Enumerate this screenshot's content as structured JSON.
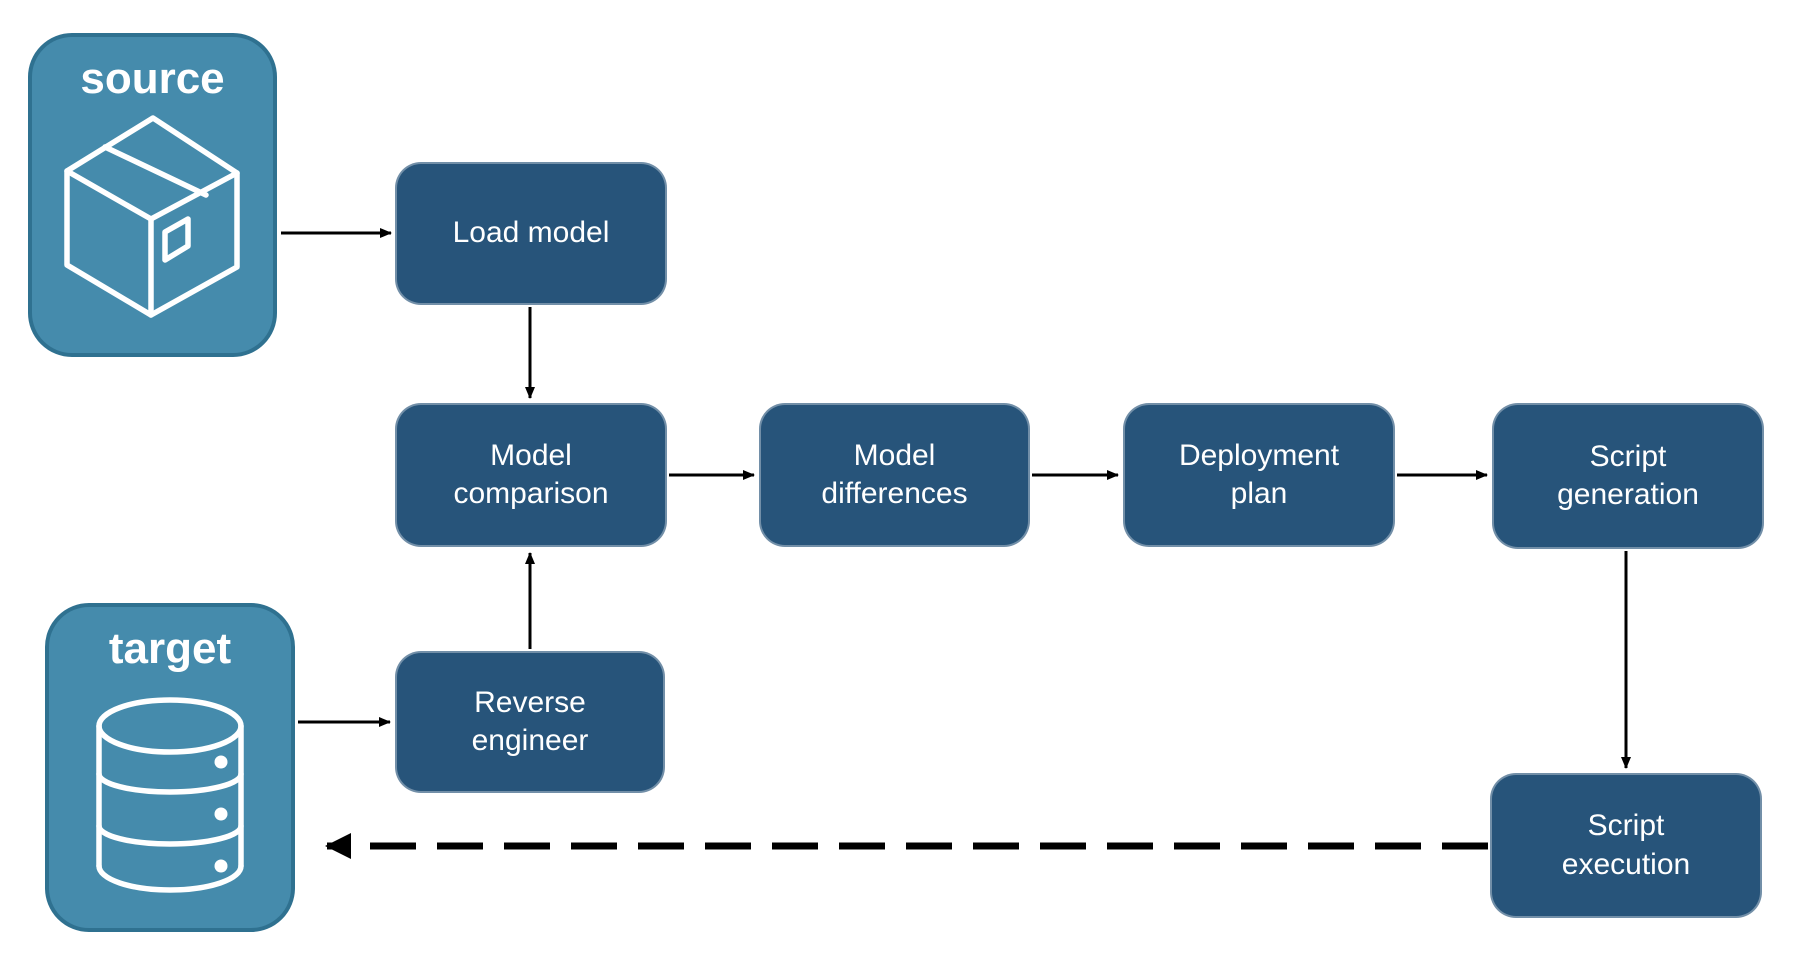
{
  "endpoints": {
    "source": {
      "label": "source",
      "icon": "package-icon"
    },
    "target": {
      "label": "target",
      "icon": "database-icon"
    }
  },
  "nodes": {
    "load_model": {
      "label": "Load model"
    },
    "model_comparison": {
      "label": "Model comparison"
    },
    "model_differences": {
      "label": "Model differences"
    },
    "deployment_plan": {
      "label": "Deployment plan"
    },
    "script_generation": {
      "label": "Script generation"
    },
    "reverse_engineer": {
      "label": "Reverse engineer"
    },
    "script_execution": {
      "label": "Script execution"
    }
  },
  "edges": [
    {
      "from": "source",
      "to": "load_model",
      "style": "solid"
    },
    {
      "from": "load_model",
      "to": "model_comparison",
      "style": "solid"
    },
    {
      "from": "model_comparison",
      "to": "model_differences",
      "style": "solid"
    },
    {
      "from": "model_differences",
      "to": "deployment_plan",
      "style": "solid"
    },
    {
      "from": "deployment_plan",
      "to": "script_generation",
      "style": "solid"
    },
    {
      "from": "script_generation",
      "to": "script_execution",
      "style": "solid"
    },
    {
      "from": "target",
      "to": "reverse_engineer",
      "style": "solid"
    },
    {
      "from": "reverse_engineer",
      "to": "model_comparison",
      "style": "solid"
    },
    {
      "from": "script_execution",
      "to": "target",
      "style": "dashed"
    }
  ],
  "colors": {
    "node_fill": "#27547A",
    "endpoint_fill": "#458BAC",
    "endpoint_border": "#2F7190",
    "arrow": "#000000",
    "text": "#FFFFFF",
    "background": "#FFFFFF"
  }
}
